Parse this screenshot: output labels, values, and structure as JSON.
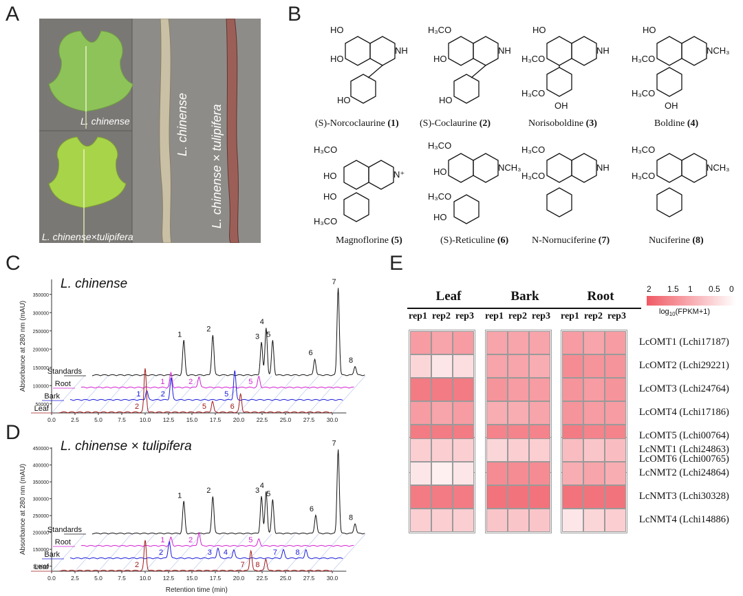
{
  "panels": {
    "a": "A",
    "b": "B",
    "c": "C",
    "d": "D",
    "e": "E"
  },
  "panel_a": {
    "leaf1_label": "L. chinense",
    "leaf2_label": "L. chinense×tulipifera",
    "twig1_label": "L. chinense",
    "twig2_label": "L. chinense × tulipifera"
  },
  "panel_b": {
    "compounds": [
      {
        "name": "(S)-Norcoclaurine",
        "num": "(1)"
      },
      {
        "name": "(S)-Coclaurine",
        "num": "(2)"
      },
      {
        "name": "Norisoboldine",
        "num": "(3)"
      },
      {
        "name": "Boldine",
        "num": "(4)"
      },
      {
        "name": "Magnoflorine",
        "num": "(5)"
      },
      {
        "name": "(S)-Reticuline",
        "num": "(6)"
      },
      {
        "name": "N-Nornuciferine",
        "num": "(7)"
      },
      {
        "name": "Nuciferine",
        "num": "(8)"
      }
    ]
  },
  "chart_data": [
    {
      "type": "line",
      "title": "L. chinense",
      "xlabel": "Retention time (min)",
      "ylabel": "Absorbance at 280 nm (mAU)",
      "x_ticks": [
        "0.0",
        "2.5",
        "5.0",
        "7.5",
        "10.0",
        "12.5",
        "15.0",
        "17.5",
        "20.0",
        "22.5",
        "25.0",
        "27.5",
        "30.0"
      ],
      "y_ticks": [
        "50000",
        "100000",
        "150000",
        "200000",
        "250000",
        "300000",
        "350000"
      ],
      "series": [
        {
          "name": "Standards",
          "color": "#111111",
          "peaks": [
            {
              "x": 10.6,
              "h": 95000,
              "label": "1"
            },
            {
              "x": 13.7,
              "h": 110000,
              "label": "2"
            },
            {
              "x": 18.9,
              "h": 90000,
              "label": "3"
            },
            {
              "x": 19.4,
              "h": 130000,
              "label": "4"
            },
            {
              "x": 20.1,
              "h": 95000,
              "label": "5"
            },
            {
              "x": 24.6,
              "h": 45000,
              "label": "6"
            },
            {
              "x": 27.1,
              "h": 240000,
              "label": "7"
            },
            {
              "x": 28.9,
              "h": 25000,
              "label": "8"
            }
          ]
        },
        {
          "name": "Root",
          "color": "#d11fd1",
          "peaks": [
            {
              "x": 10.4,
              "h": 40000,
              "label": "1"
            },
            {
              "x": 13.4,
              "h": 30000,
              "label": "2"
            },
            {
              "x": 19.8,
              "h": 30000,
              "label": "5"
            }
          ]
        },
        {
          "name": "Bark",
          "color": "#1a1adb",
          "peaks": [
            {
              "x": 9.0,
              "h": 25000,
              "label": "1"
            },
            {
              "x": 11.6,
              "h": 60000,
              "label": "2"
            },
            {
              "x": 18.4,
              "h": 80000,
              "label": "5"
            }
          ]
        },
        {
          "name": "Leaf",
          "color": "#a01818",
          "peaks": [
            {
              "x": 10.0,
              "h": 120000,
              "label": "2"
            },
            {
              "x": 17.2,
              "h": 30000,
              "label": "5"
            },
            {
              "x": 20.2,
              "h": 50000,
              "label": "6"
            }
          ]
        }
      ]
    },
    {
      "type": "line",
      "title": "L. chinense × tulipifera",
      "xlabel": "Retention time (min)",
      "ylabel": "Absorbance at 280 nm (mAU)",
      "x_ticks": [
        "0.0",
        "2.5",
        "5.0",
        "7.5",
        "10.0",
        "12.5",
        "15.0",
        "17.5",
        "20.0",
        "22.5",
        "25.0",
        "27.5",
        "30.0"
      ],
      "y_ticks": [
        "100000",
        "150000",
        "200000",
        "250000",
        "300000",
        "350000",
        "400000",
        "450000"
      ],
      "series": [
        {
          "name": "Standards",
          "color": "#111111",
          "peaks": [
            {
              "x": 10.6,
              "h": 95000,
              "label": "1"
            },
            {
              "x": 13.7,
              "h": 110000,
              "label": "2"
            },
            {
              "x": 18.9,
              "h": 110000,
              "label": "3"
            },
            {
              "x": 19.4,
              "h": 125000,
              "label": "4"
            },
            {
              "x": 20.1,
              "h": 100000,
              "label": "5"
            },
            {
              "x": 24.7,
              "h": 55000,
              "label": "6"
            },
            {
              "x": 27.1,
              "h": 250000,
              "label": "7"
            },
            {
              "x": 28.9,
              "h": 30000,
              "label": "8"
            }
          ]
        },
        {
          "name": "Root",
          "color": "#d11fd1",
          "peaks": [
            {
              "x": 10.4,
              "h": 25000,
              "label": "1"
            },
            {
              "x": 13.4,
              "h": 40000,
              "label": "2"
            },
            {
              "x": 19.8,
              "h": 20000,
              "label": "5"
            }
          ]
        },
        {
          "name": "Bark",
          "color": "#1a1adb",
          "peaks": [
            {
              "x": 11.4,
              "h": 50000,
              "label": "2"
            },
            {
              "x": 16.6,
              "h": 30000,
              "label": "3"
            },
            {
              "x": 18.3,
              "h": 25000,
              "label": "4"
            },
            {
              "x": 23.6,
              "h": 25000,
              "label": "7"
            },
            {
              "x": 26.0,
              "h": 25000,
              "label": "8"
            }
          ]
        },
        {
          "name": "Leaf",
          "color": "#a01818",
          "peaks": [
            {
              "x": 10.0,
              "h": 90000,
              "label": "2"
            },
            {
              "x": 21.3,
              "h": 60000,
              "label": "7"
            },
            {
              "x": 22.9,
              "h": 35000,
              "label": "8"
            }
          ]
        }
      ]
    },
    {
      "type": "heatmap",
      "groups": [
        "Leaf",
        "Bark",
        "Root"
      ],
      "reps": [
        "rep1",
        "rep2",
        "rep3"
      ],
      "legend_ticks": [
        "2",
        "1.5",
        "1",
        "0.5",
        "0"
      ],
      "legend_title": "log",
      "legend_sub": "10",
      "legend_tail": "(FPKM+1)",
      "rows_omt": [
        {
          "gene": "LcOMT1 (Lchi17187)",
          "values": [
            1.2,
            1.1,
            1.2,
            1.1,
            1.1,
            1.1,
            1.2,
            1.1,
            1.2
          ]
        },
        {
          "gene": "LcOMT2 (Lchi29221)",
          "values": [
            0.5,
            0.3,
            0.4,
            1.1,
            1.1,
            1.0,
            1.4,
            1.3,
            1.3
          ]
        },
        {
          "gene": "LcOMT3 (Lchi24764)",
          "values": [
            1.6,
            1.6,
            1.6,
            1.3,
            1.2,
            1.2,
            1.3,
            1.2,
            1.3
          ]
        },
        {
          "gene": "LcOMT4 (Lchi17186)",
          "values": [
            1.2,
            1.1,
            1.2,
            1.0,
            1.0,
            1.1,
            1.3,
            1.2,
            1.2
          ]
        },
        {
          "gene": "LcOMT5 (Lchi00764)",
          "values": [
            1.6,
            1.6,
            1.6,
            1.5,
            1.5,
            1.5,
            1.6,
            1.5,
            1.5
          ]
        },
        {
          "gene": "LcOMT6 (Lchi00765)",
          "values": [
            0.8,
            0.8,
            0.8,
            0.6,
            0.5,
            0.6,
            0.5,
            0.4,
            0.5
          ]
        }
      ],
      "rows_nmt": [
        {
          "gene": "LcNMT1 (Lchi24863)",
          "values": [
            0.6,
            0.6,
            0.6,
            0.5,
            0.6,
            0.6,
            0.8,
            0.7,
            0.8
          ]
        },
        {
          "gene": "LcNMT2 (Lchi24864)",
          "values": [
            0.3,
            0.2,
            0.3,
            1.4,
            1.4,
            1.4,
            1.0,
            1.1,
            1.0
          ]
        },
        {
          "gene": "LcNMT3 (Lchi30328)",
          "values": [
            1.6,
            1.6,
            1.6,
            1.7,
            1.7,
            1.7,
            1.7,
            1.7,
            1.7
          ]
        },
        {
          "gene": "LcNMT4 (Lchi14886)",
          "values": [
            0.6,
            0.6,
            0.6,
            0.7,
            0.7,
            0.7,
            0.3,
            0.5,
            0.6
          ]
        }
      ],
      "color_high": "#f05a64",
      "color_low": "#ffffff"
    }
  ]
}
